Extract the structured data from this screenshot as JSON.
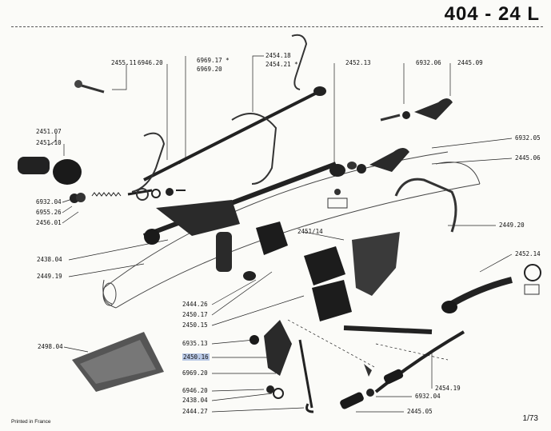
{
  "header": {
    "title": "404 - 24 L"
  },
  "footer": {
    "printed": "Printed in France",
    "page": "1/73"
  },
  "parts": {
    "p2455_11": "2455.11",
    "p6946_20_top": "6946.20",
    "p6969_17": "6969.17",
    "p6969_20_top": "6969.20",
    "p2454_18": "2454.18",
    "p2454_21": "2454.21",
    "p2452_13": "2452.13",
    "p6932_06": "6932.06",
    "p2445_09": "2445.09",
    "p2451_07": "2451.07",
    "p2451_10": "2451.10",
    "p6932_05": "6932.05",
    "p2445_06": "2445.06",
    "p6932_04_left": "6932.04",
    "p6955_26": "6955.26",
    "p2456_01": "2456.01",
    "p2451_14": "2451/14",
    "p2449_20": "2449.20",
    "p2438_04_left": "2438.04",
    "p2452_14": "2452.14",
    "p2449_19": "2449.19",
    "p2444_26": "2444.26",
    "p2450_17": "2450.17",
    "p2450_15": "2450.15",
    "p2498_04": "2498.04",
    "p6935_13": "6935.13",
    "p2450_16": "2450.16",
    "p6969_20_bot": "6969.20",
    "p2454_19": "2454.19",
    "p6946_20_bot": "6946.20",
    "p2438_04_bot": "2438.04",
    "p6932_04_bot": "6932.04",
    "p2444_27": "2444.27",
    "p2445_05": "2445.05"
  }
}
